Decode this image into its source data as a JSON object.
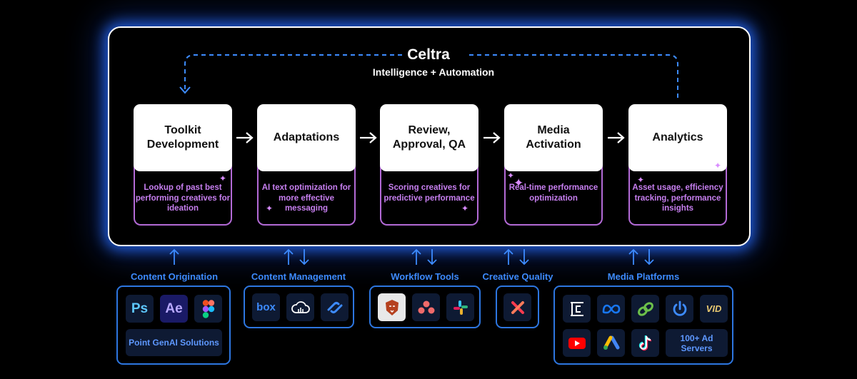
{
  "header": {
    "title": "Celtra",
    "subtitle": "Intelligence + Automation"
  },
  "stages": [
    {
      "title": "Toolkit Development",
      "ai": "Lookup of past best performing creatives for ideation"
    },
    {
      "title": "Adaptations",
      "ai": "AI text optimization for more effective messaging"
    },
    {
      "title": "Review, Approval, QA",
      "ai": "Scoring creatives for predictive performance"
    },
    {
      "title": "Media Activation",
      "ai": "Real-time performance optimization"
    },
    {
      "title": "Analytics",
      "ai": "Asset usage, efficiency tracking, performance insights"
    }
  ],
  "groups": {
    "content_origination": {
      "label": "Content Origination",
      "tiles": [
        "Ps",
        "Ae",
        "Figma"
      ],
      "extra": "Point GenAI Solutions"
    },
    "content_management": {
      "label": "Content Management",
      "tiles": [
        "box",
        "Cloud",
        "Link"
      ]
    },
    "workflow_tools": {
      "label": "Workflow Tools",
      "tiles": [
        "Lion",
        "Asana",
        "Slack"
      ]
    },
    "creative_quality": {
      "label": "Creative Quality",
      "tiles": [
        "X"
      ]
    },
    "media_platforms": {
      "label": "Media Platforms",
      "tiles": [
        "Celtra",
        "Meta",
        "Link",
        "Power",
        "VID",
        "YouTube",
        "Google Ads",
        "TikTok"
      ],
      "extra": "100+ Ad Servers"
    }
  },
  "colors": {
    "accent_blue": "#3d8bff",
    "glow_blue": "#286eff",
    "ai_purple": "#c77ff0",
    "card": "#ffffff",
    "tile_bg": "#0e1a33"
  }
}
